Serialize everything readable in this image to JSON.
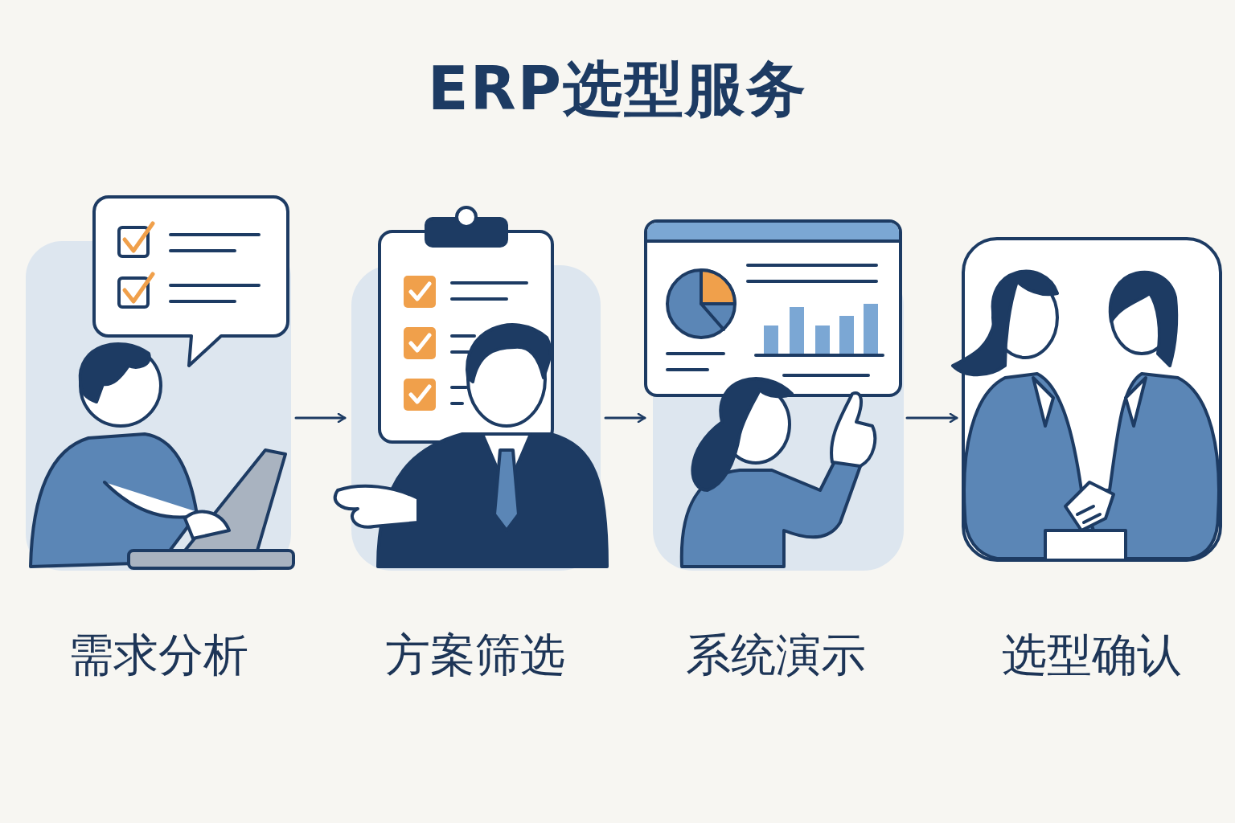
{
  "diagram": {
    "title": "ERP选型服务",
    "nodes": [
      {
        "text": [
          "需求分析"
        ]
      },
      {
        "text": [
          "方案筛选"
        ]
      },
      {
        "text": [
          "系统演示"
        ]
      },
      {
        "text": [
          "选型确认"
        ]
      }
    ],
    "edges": [
      {
        "from": 0,
        "to": 1,
        "arrow": "to"
      },
      {
        "from": 1,
        "to": 2,
        "arrow": "to"
      },
      {
        "from": 2,
        "to": 3,
        "arrow": "to"
      }
    ]
  }
}
